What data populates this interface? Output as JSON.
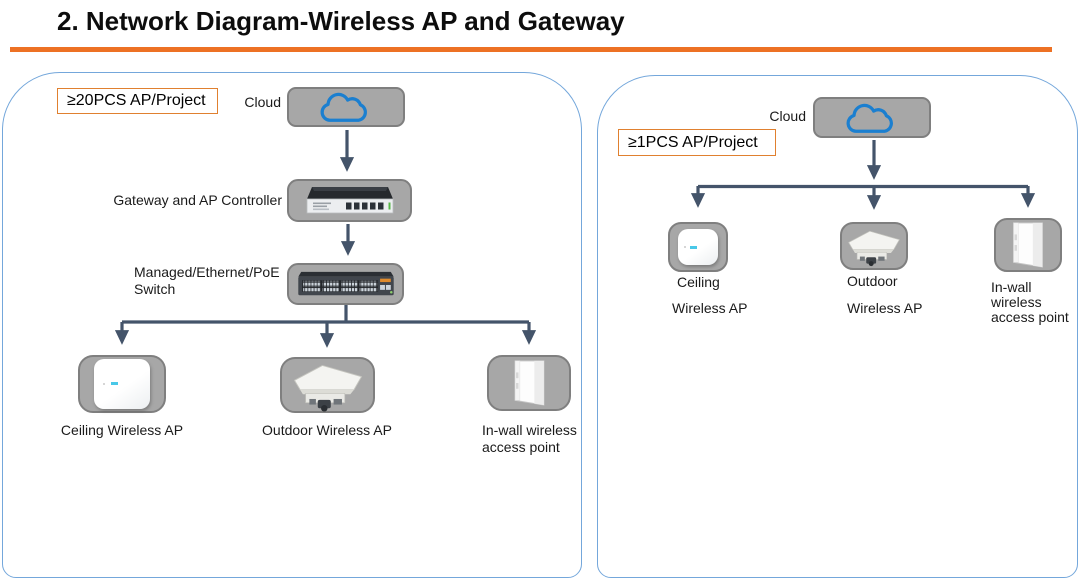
{
  "title": "2. Network Diagram-Wireless AP and Gateway",
  "colors": {
    "title_rule_orange": "#ED7124",
    "badge_border_orange": "#E0802F",
    "panel_border_blue": "#74A7DB",
    "connector_dark_blue": "#44546A",
    "node_fill_gray": "#A7A7A7",
    "node_border_gray": "#7F7F7F",
    "cloud_icon_blue": "#1B7FD0"
  },
  "icons": {
    "cloud": "cloud-icon",
    "gateway": "gateway-router-icon",
    "switch": "poe-switch-icon",
    "ceiling_ap": "ceiling-ap-icon",
    "outdoor_ap": "outdoor-ap-icon",
    "inwall_ap": "inwall-ap-icon"
  },
  "left_panel": {
    "badge": "≥20PCS AP/Project",
    "cloud_label": "Cloud",
    "gateway_label": "Gateway and AP Controller",
    "switch_label": "Managed/Ethernet/PoE\nSwitch",
    "devices": [
      {
        "label": "Ceiling Wireless AP"
      },
      {
        "label": "Outdoor Wireless AP"
      },
      {
        "label": "In-wall wireless\naccess point"
      }
    ]
  },
  "right_panel": {
    "badge": "≥1PCS AP/Project",
    "cloud_label": "Cloud",
    "devices": [
      {
        "label_line1": "Ceiling",
        "label_line2": "Wireless AP"
      },
      {
        "label_line1": "Outdoor",
        "label_line2": "Wireless AP"
      },
      {
        "label": "In-wall\nwireless\naccess point"
      }
    ]
  }
}
